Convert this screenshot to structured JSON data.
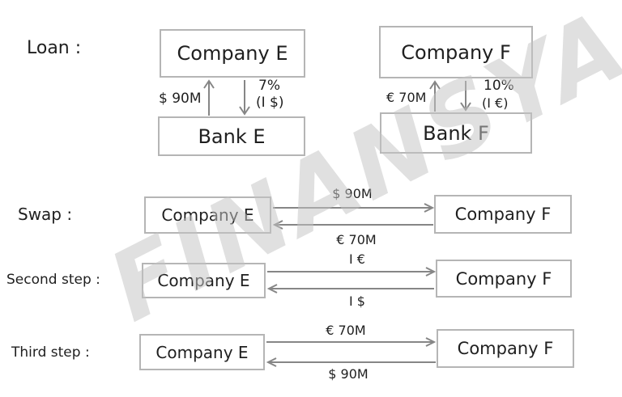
{
  "watermark": {
    "text": "FINANSYA"
  },
  "colors": {
    "background": "#ffffff",
    "box_border": "#b5b5b5",
    "arrow": "#868686",
    "text": "#1f1f1f",
    "watermark": "#c4c4c4"
  },
  "sections": {
    "loan": {
      "label": "Loan :",
      "e": {
        "company": "Company E",
        "bank": "Bank E",
        "principal": "$ 90M",
        "rate": "7%",
        "rate_note": "(I $)"
      },
      "f": {
        "company": "Company F",
        "bank": "Bank F",
        "principal": "€ 70M",
        "rate": "10%",
        "rate_note": "(I €)"
      }
    },
    "swap": {
      "label": "Swap :",
      "left_box": "Company E",
      "right_box": "Company F",
      "to_right_label": "$ 90M",
      "to_left_label": "€ 70M"
    },
    "second_step": {
      "label": "Second step :",
      "left_box": "Company E",
      "right_box": "Company F",
      "to_right_label": "I €",
      "to_left_label": "I $"
    },
    "third_step": {
      "label": "Third step :",
      "left_box": "Company E",
      "right_box": "Company F",
      "to_right_label": "€ 70M",
      "to_left_label": "$ 90M"
    }
  }
}
